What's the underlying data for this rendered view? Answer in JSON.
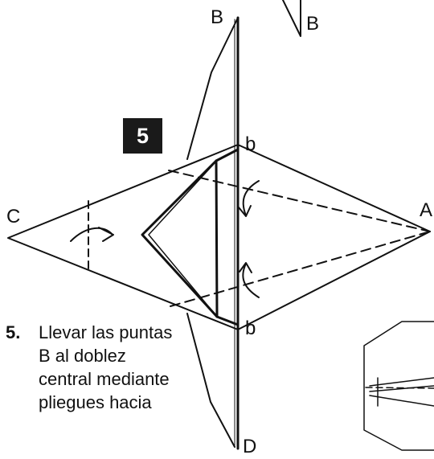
{
  "step_number": "5",
  "instruction": {
    "number": "5.",
    "text": "Llevar las puntas B al doblez central mediante pliegues hacia"
  },
  "labels": {
    "top_b": "B",
    "inset_b": "B",
    "upper_small_b": "b",
    "lower_small_b": "b",
    "left_c": "C",
    "right_a": "A",
    "bottom_d": "D"
  },
  "colors": {
    "line": "#111111",
    "badge_bg": "#1a1a1a",
    "badge_text": "#ffffff"
  }
}
